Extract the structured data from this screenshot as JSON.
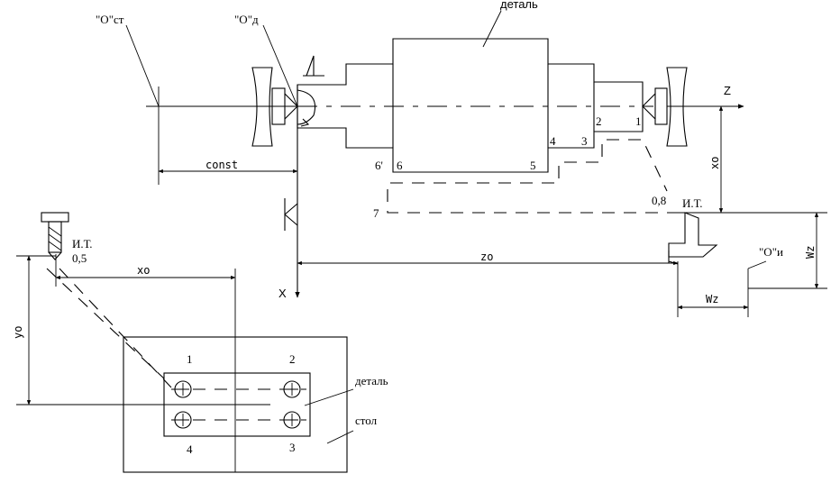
{
  "labels": {
    "part_top": "деталь",
    "origin_st": "\"О\"ст",
    "origin_d": "\"О\"д",
    "origin_i": "\"О\"и",
    "axis_z": "Z",
    "axis_x": "X",
    "const": "const",
    "xo_top": "xo",
    "zo": "zo",
    "wz_vert": "Wz",
    "wz_horiz": "Wz",
    "tool_top": "И.Т.",
    "tool_top_radius": "0,8",
    "tool_bottom": "И.Т.",
    "tool_bottom_radius": "0,5",
    "xo_bottom": "xo",
    "yo": "yo",
    "part_bottom": "деталь",
    "table": "стол",
    "chuck_mark": "1"
  },
  "profile_points": [
    "1",
    "2",
    "3",
    "4",
    "5",
    "6",
    "6'",
    "7"
  ],
  "hole_points": [
    "1",
    "2",
    "3",
    "4"
  ]
}
